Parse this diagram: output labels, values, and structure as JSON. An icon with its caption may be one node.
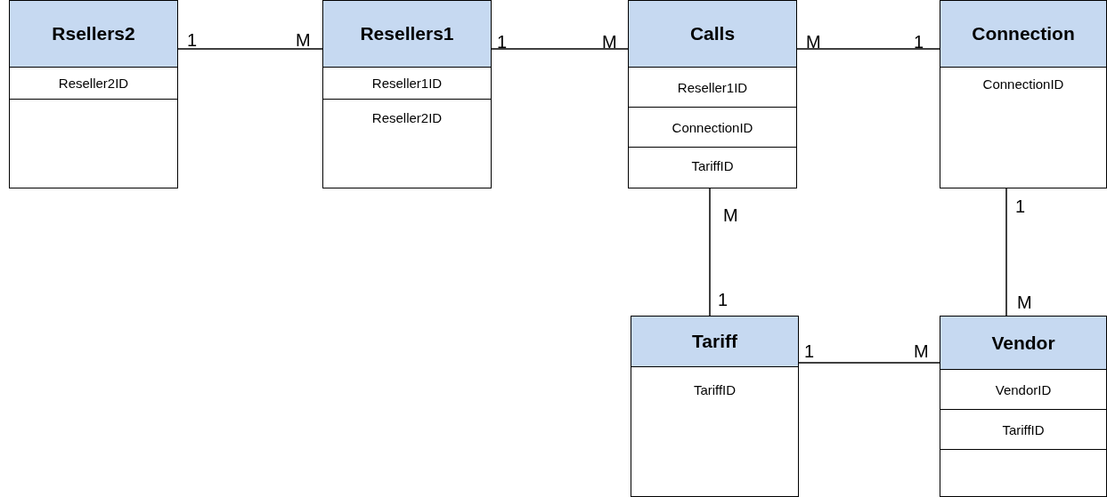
{
  "diagram": {
    "nodes": [
      {
        "text": [
          "Rsellers2",
          "Reseller2ID"
        ]
      },
      {
        "text": [
          "Resellers1",
          "Reseller1ID",
          "Reseller2ID"
        ]
      },
      {
        "text": [
          "Calls",
          "Reseller1ID",
          "ConnectionID",
          "TariffID"
        ]
      },
      {
        "text": [
          "Connection",
          "ConnectionID"
        ]
      },
      {
        "text": [
          "Tariff",
          "TariffID"
        ]
      },
      {
        "text": [
          "Vendor",
          "VendorID",
          "TariffID"
        ]
      }
    ],
    "edges": [
      {
        "from": 0,
        "to": 1,
        "arrow": "none"
      },
      {
        "from": 1,
        "to": 2,
        "arrow": "none"
      },
      {
        "from": 2,
        "to": 3,
        "arrow": "none"
      },
      {
        "from": 2,
        "to": 4,
        "arrow": "none"
      },
      {
        "from": 3,
        "to": 5,
        "arrow": "none"
      },
      {
        "from": 4,
        "to": 5,
        "arrow": "none"
      }
    ],
    "labels": [
      "1",
      "M",
      "1",
      "M",
      "M",
      "1",
      "M",
      "1",
      "1",
      "M",
      "1",
      "M"
    ]
  }
}
